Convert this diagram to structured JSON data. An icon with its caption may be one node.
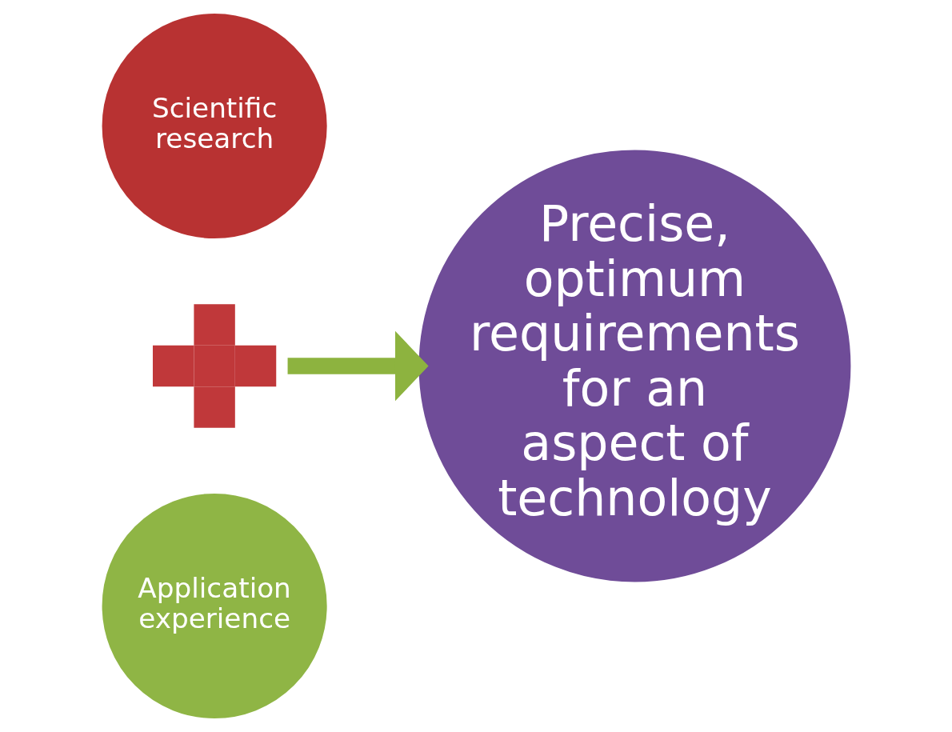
{
  "diagram": {
    "nodes": [
      {
        "text": [
          "Scientific research"
        ]
      },
      {
        "text": [],
        "shape": "plus"
      },
      {
        "text": [
          "Application experience"
        ]
      },
      {
        "text": [
          "Precise, optimum requirements for an aspect of technology"
        ]
      }
    ],
    "edges": [
      {
        "from": 1,
        "to": 3,
        "arrow": "to",
        "color": "#8db33f"
      }
    ]
  }
}
